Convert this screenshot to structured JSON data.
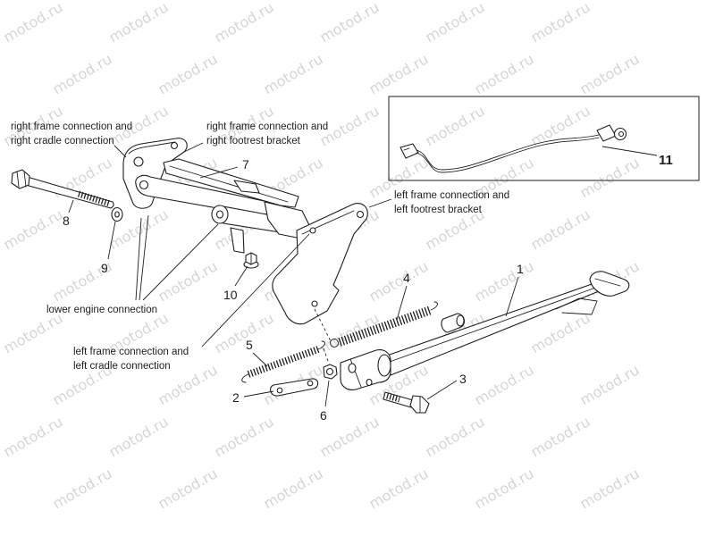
{
  "watermark": "motod.ru",
  "colors": {
    "ink": "#1e1e1e",
    "watermark": "#d6d6d6",
    "background": "#ffffff"
  },
  "callouts": {
    "right_cradle": {
      "line1": "right frame connection and",
      "line2": "right cradle connection"
    },
    "right_footrest": {
      "line1": "right frame connection and",
      "line2": "right footrest bracket"
    },
    "left_footrest": {
      "line1": "left frame connection and",
      "line2": "left footrest bracket"
    },
    "lower_engine": {
      "line1": "lower engine connection"
    },
    "left_cradle": {
      "line1": "left frame connection and",
      "line2": "left cradle connection"
    }
  },
  "part_numbers": {
    "p1": "1",
    "p2": "2",
    "p3": "3",
    "p4": "4",
    "p5": "5",
    "p6": "6",
    "p7": "7",
    "p8": "8",
    "p9": "9",
    "p10": "10",
    "p11": "11"
  }
}
